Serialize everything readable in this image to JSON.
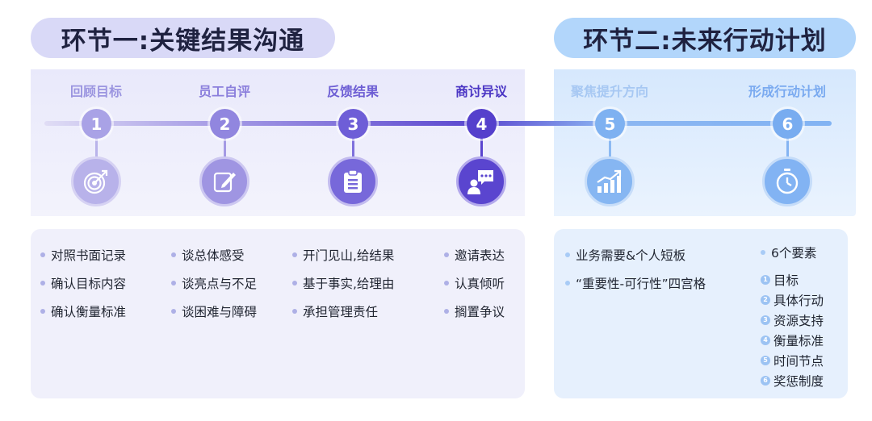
{
  "phases": [
    {
      "title": "环节一:关键结果沟通"
    },
    {
      "title": "环节二:未来行动计划"
    }
  ],
  "steps": [
    {
      "number": "1",
      "title": "回顾目标",
      "icon": "target-icon"
    },
    {
      "number": "2",
      "title": "员工自评",
      "icon": "edit-note-icon"
    },
    {
      "number": "3",
      "title": "反馈结果",
      "icon": "clipboard-list-icon"
    },
    {
      "number": "4",
      "title": "商讨异议",
      "icon": "chat-person-icon"
    },
    {
      "number": "5",
      "title": "聚焦提升方向",
      "icon": "growth-chart-icon"
    },
    {
      "number": "6",
      "title": "形成行动计划",
      "icon": "stopwatch-icon"
    }
  ],
  "details": {
    "col1": [
      "对照书面记录",
      "确认目标内容",
      "确认衡量标准"
    ],
    "col2": [
      "谈总体感受",
      "谈亮点与不足",
      "谈困难与障碍"
    ],
    "col3": [
      "开门见山,给结果",
      "基于事实,给理由",
      "承担管理责任"
    ],
    "col4": [
      "邀请表达",
      "认真倾听",
      "搁置争议"
    ],
    "col5": [
      "业务需要&个人短板",
      "“重要性-可行性”四宫格"
    ],
    "col6": {
      "heading": "6个要素",
      "items": [
        {
          "n": "1",
          "text": "目标"
        },
        {
          "n": "2",
          "text": "具体行动"
        },
        {
          "n": "3",
          "text": "资源支持"
        },
        {
          "n": "4",
          "text": "衡量标准"
        },
        {
          "n": "5",
          "text": "时间节点"
        },
        {
          "n": "6",
          "text": "奖惩制度"
        }
      ]
    }
  },
  "colors": {
    "step1": "#a9a2e6",
    "step2": "#9186df",
    "step3": "#6e5ed7",
    "step4": "#5540cc",
    "step5": "#7eb1f1",
    "step6": "#78acf0",
    "title1": "#9b95e0",
    "title2": "#8b7fdc",
    "title3": "#6d5ed4",
    "title4": "#4b36c4",
    "title5": "#a7c8f3",
    "title6": "#7aaaf0"
  }
}
